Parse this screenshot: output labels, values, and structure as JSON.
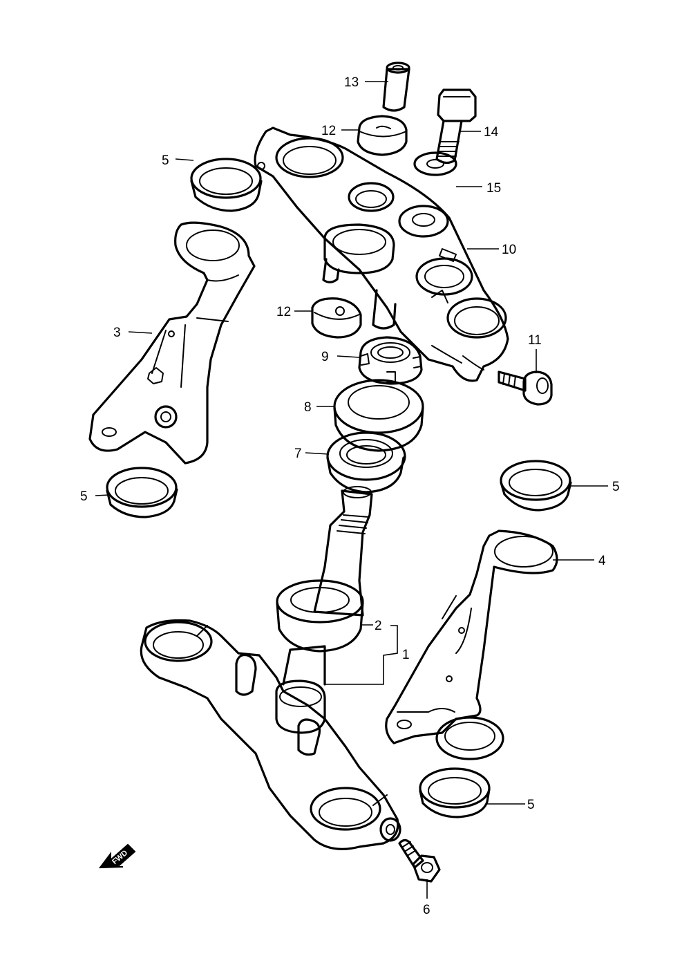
{
  "callouts": {
    "c1": "1",
    "c2": "2",
    "c3": "3",
    "c4": "4",
    "c5a": "5",
    "c5b": "5",
    "c5c": "5",
    "c5d": "5",
    "c6": "6",
    "c7": "7",
    "c8": "8",
    "c9": "9",
    "c10": "10",
    "c11": "11",
    "c12a": "12",
    "c12b": "12",
    "c13": "13",
    "c14": "14",
    "c15": "15"
  },
  "fwd_label": "FWD"
}
